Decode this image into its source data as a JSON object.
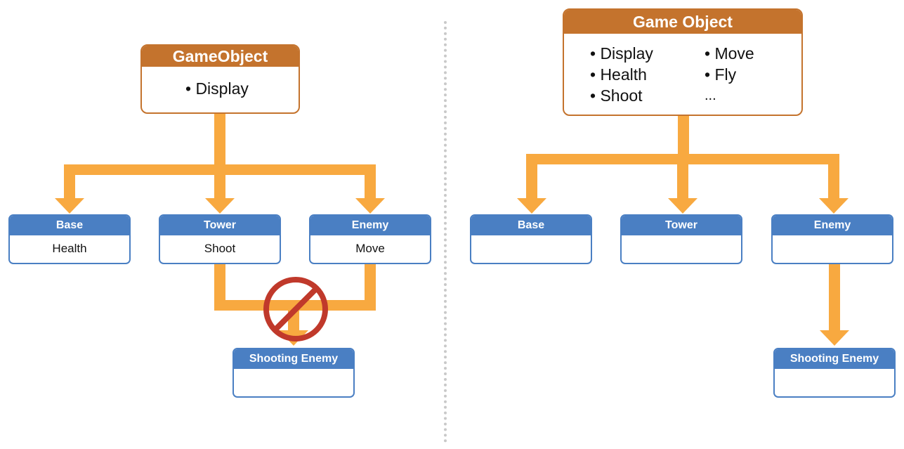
{
  "left": {
    "root": {
      "title": "GameObject",
      "features": [
        "• Display"
      ]
    },
    "children": [
      {
        "title": "Base",
        "body": "Health"
      },
      {
        "title": "Tower",
        "body": "Shoot"
      },
      {
        "title": "Enemy",
        "body": "Move"
      }
    ],
    "merged": {
      "title": "Shooting Enemy",
      "body": ""
    }
  },
  "right": {
    "root": {
      "title": "Game Object",
      "features_col1": [
        "• Display",
        "• Health",
        "• Shoot"
      ],
      "features_col2": [
        "• Move",
        "• Fly",
        "..."
      ]
    },
    "children": [
      {
        "title": "Base",
        "body": ""
      },
      {
        "title": "Tower",
        "body": ""
      },
      {
        "title": "Enemy",
        "body": ""
      }
    ],
    "subchild": {
      "title": "Shooting Enemy",
      "body": ""
    }
  },
  "colors": {
    "arrow": "#f8a940",
    "root_header": "#c4732d",
    "child_header": "#4a7fc3",
    "prohibited": "#c0392b",
    "divider": "#c9c9c9"
  },
  "icons": [
    "prohibited-icon"
  ]
}
